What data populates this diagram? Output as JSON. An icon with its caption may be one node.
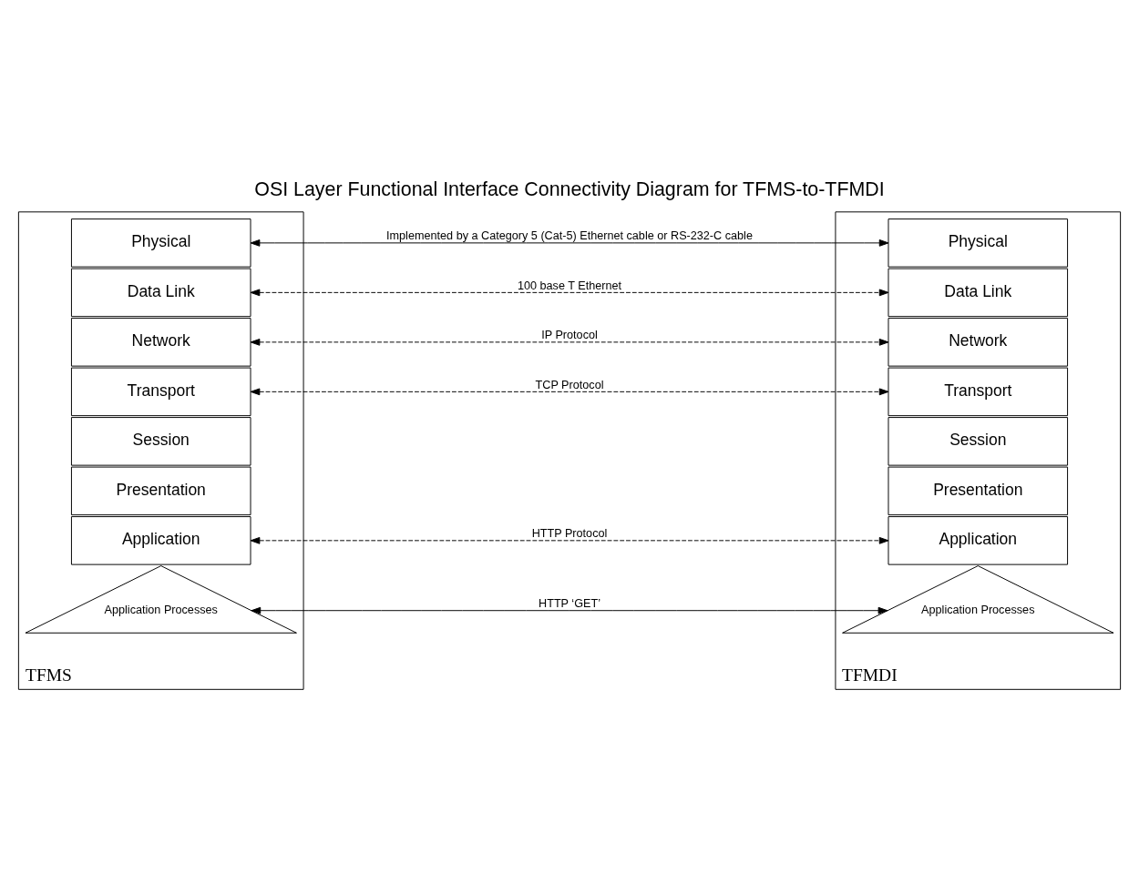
{
  "diagram": {
    "title": "OSI Layer Functional Interface Connectivity Diagram for TFMS-to-TFMDI",
    "nodes": [
      {
        "text": [
          "TFMS"
        ]
      },
      {
        "text": [
          "Application Processes"
        ],
        "in": 0
      },
      {
        "text": [
          "Application"
        ],
        "in": 0
      },
      {
        "text": [
          "Presentation"
        ],
        "in": 0
      },
      {
        "text": [
          "Session"
        ],
        "in": 0
      },
      {
        "text": [
          "Transport"
        ],
        "in": 0
      },
      {
        "text": [
          "Network"
        ],
        "in": 0
      },
      {
        "text": [
          "Data Link"
        ],
        "in": 0
      },
      {
        "text": [
          "Physical"
        ],
        "in": 0
      },
      {
        "text": [
          "TFMDI"
        ]
      },
      {
        "text": [
          "Application Processes"
        ],
        "in": 9
      },
      {
        "text": [
          "Application"
        ],
        "in": 9
      },
      {
        "text": [
          "Presentation"
        ],
        "in": 9
      },
      {
        "text": [
          "Session"
        ],
        "in": 9
      },
      {
        "text": [
          "Transport"
        ],
        "in": 9
      },
      {
        "text": [
          "Network"
        ],
        "in": 9
      },
      {
        "text": [
          "Data Link"
        ],
        "in": 9
      },
      {
        "text": [
          "Physical"
        ],
        "in": 9
      }
    ],
    "edges": [
      {
        "from": 1,
        "to": 10,
        "arrow": "both",
        "label": "HTTP ‘GET’"
      },
      {
        "from": 2,
        "to": 11,
        "arrow": "both",
        "label": "HTTP Protocol",
        "style": "dashed"
      },
      {
        "from": 5,
        "to": 14,
        "arrow": "both",
        "label": "TCP Protocol",
        "style": "dashed"
      },
      {
        "from": 6,
        "to": 15,
        "arrow": "both",
        "label": "IP Protocol",
        "style": "dashed"
      },
      {
        "from": 7,
        "to": 16,
        "arrow": "both",
        "label": "100 base T Ethernet",
        "style": "dashed"
      },
      {
        "from": 8,
        "to": 17,
        "arrow": "both",
        "label": "Implemented by a Category 5 (Cat-5) Ethernet cable or RS-232-C cable"
      }
    ]
  }
}
